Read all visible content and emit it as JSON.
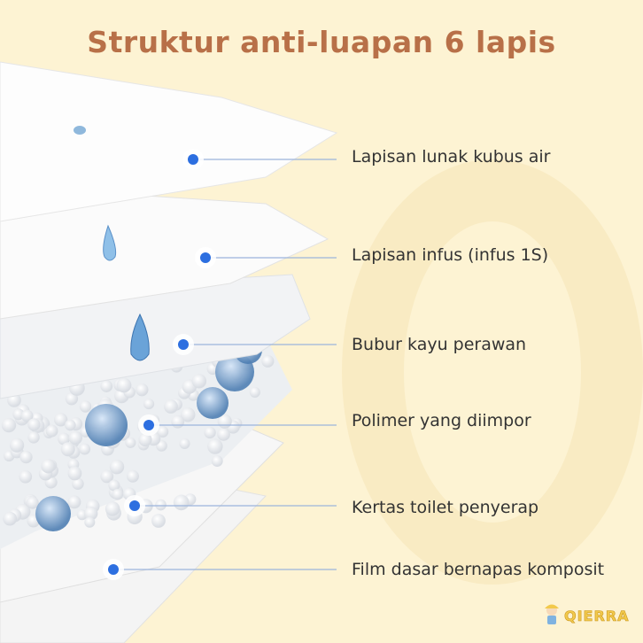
{
  "title": "Struktur anti-luapan 6 lapis",
  "layers": [
    {
      "label": "Lapisan lunak kubus air"
    },
    {
      "label": "Lapisan infus (infus 1S)"
    },
    {
      "label": "Bubur kayu perawan"
    },
    {
      "label": "Polimer yang diimpor"
    },
    {
      "label": "Kertas toilet penyerap"
    },
    {
      "label": "Film dasar bernapas komposit"
    }
  ],
  "brand": "QIERRA",
  "colors": {
    "title": "#b87048",
    "dot": "#2d6fe0",
    "line": "#9bb4dc",
    "background": "#fdf3d3"
  }
}
